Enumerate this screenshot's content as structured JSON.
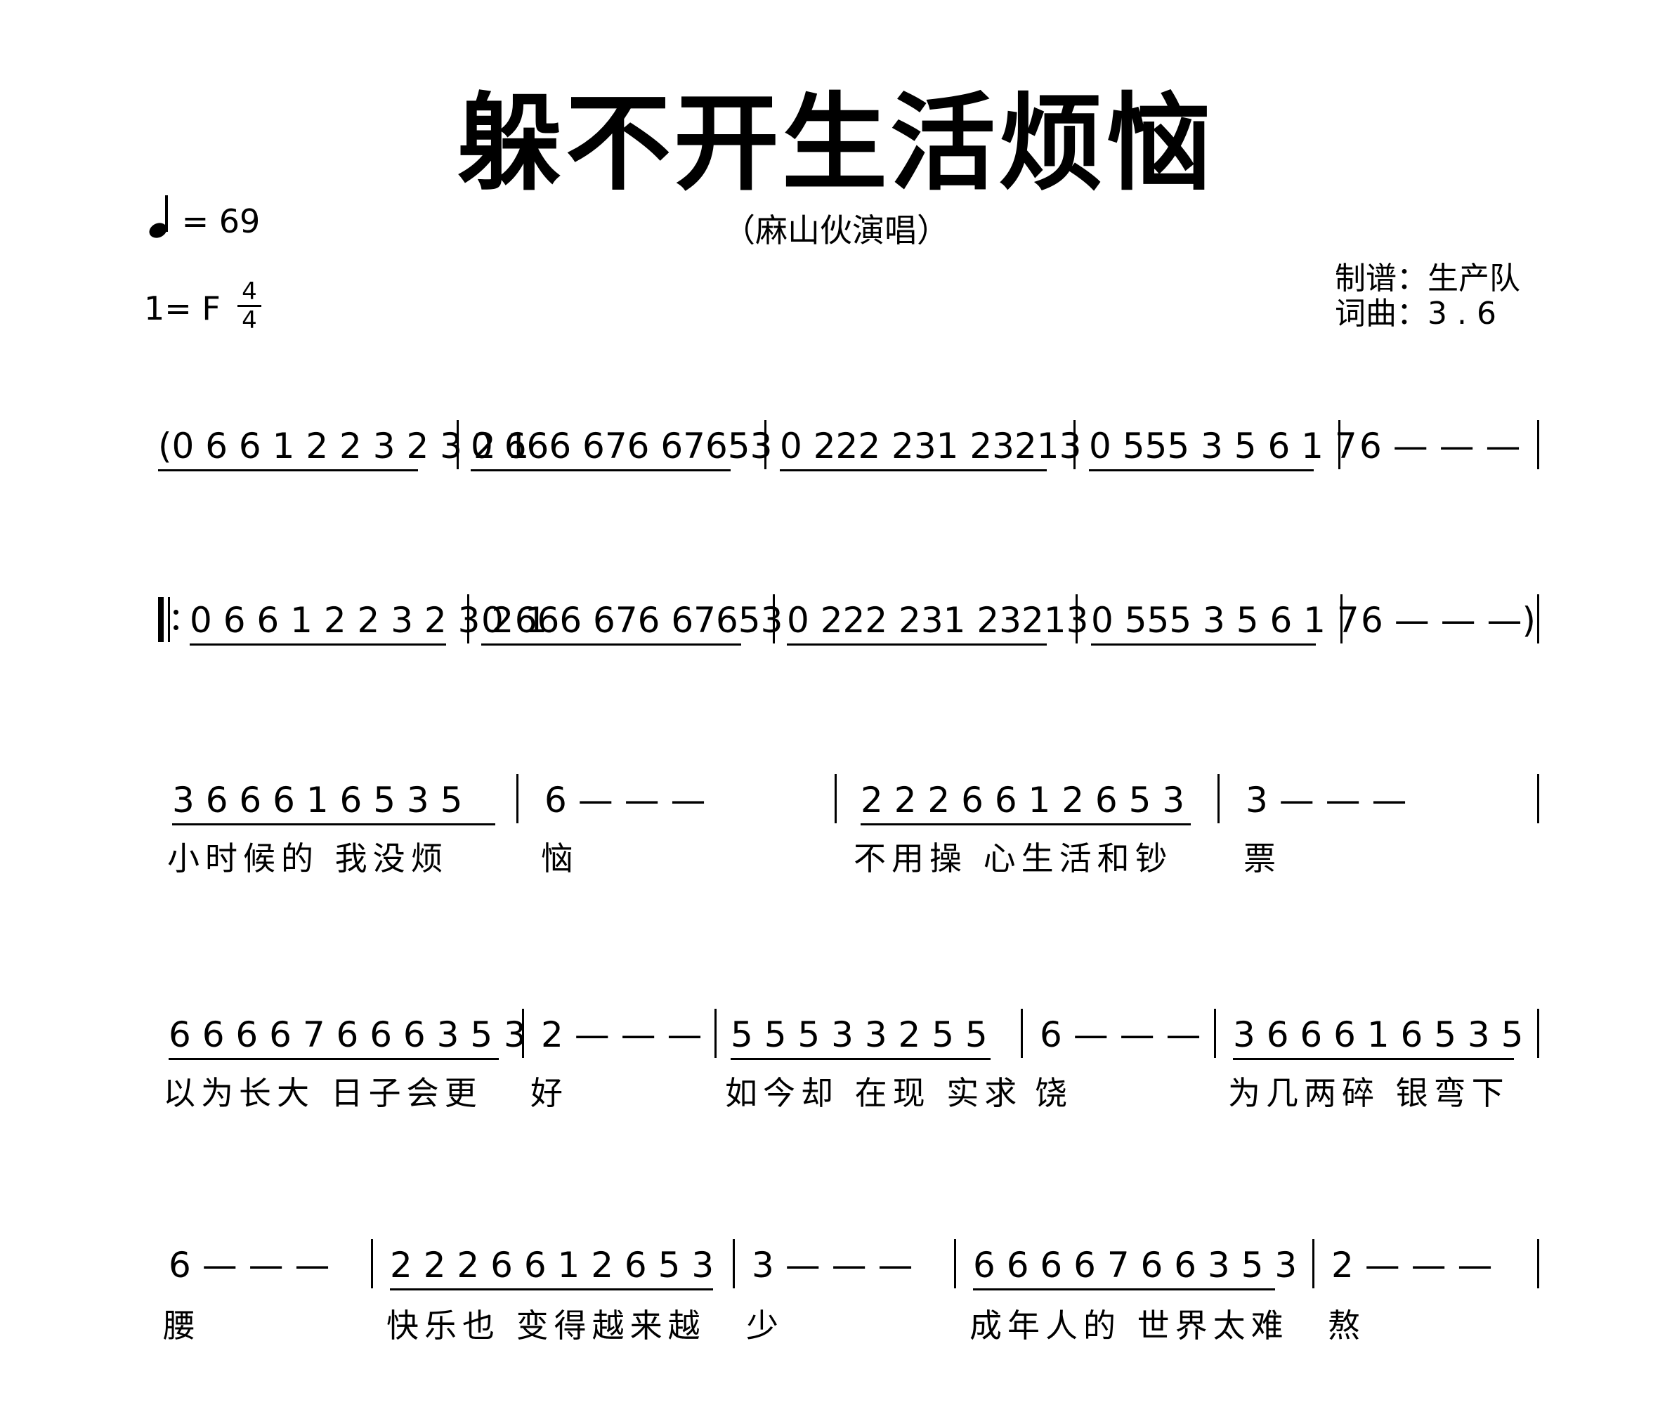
{
  "title": "躲不开生活烦恼",
  "subtitle": "（麻山伙演唱）",
  "tempo": {
    "symbol": "quarter-note-icon",
    "text": "= 69"
  },
  "key_signature": "1= F",
  "time_signature": {
    "top": "4",
    "bottom": "4"
  },
  "credits": {
    "arranger": "制谱：生产队",
    "lyricist_composer": "词曲：3 . 6"
  },
  "score_lines": [
    {
      "measures": [
        "(0 6 6 1 2 2 3 2 3 2 1",
        "0 666 676 67653",
        "0 222 231 23213",
        "0 555 3 5 6 1 7",
        "6 — — —"
      ]
    },
    {
      "measures": [
        "0 6 6 1 2 2 3 2 3 2 1",
        "0 666 676 67653",
        "0 222 231 23213",
        "0 555 3 5 6 1 7",
        "6 — — —)"
      ]
    },
    {
      "measures": [
        "3 6 6 6 1 6 5 3 5",
        "6 — — —",
        "2 2 2 6 6 1 2 6 5 3",
        "3 — — —"
      ],
      "lyrics": [
        "小时候的 我没烦",
        "恼",
        "不用操 心生活和钞",
        "票"
      ]
    },
    {
      "measures": [
        "6 6 6 6 7 6 6 6 3 5 3",
        "2 — — —",
        "5 5 5 3 3 2 5 5",
        "6 — — —",
        "3 6 6 6 1 6 5 3 5"
      ],
      "lyrics": [
        "以为长大 日子会更",
        "好",
        "如今却 在现 实求",
        "饶",
        "为几两碎 银弯下"
      ]
    },
    {
      "measures": [
        "6 — — —",
        "2 2 2 6 6 1 2 6 5 3",
        "3 — — —",
        "6 6 6 6 7 6 6 3 5 3",
        "2 — — —"
      ],
      "lyrics": [
        "腰",
        "快乐也 变得越来越",
        "少",
        "成年人的 世界太难",
        "熬"
      ]
    }
  ]
}
